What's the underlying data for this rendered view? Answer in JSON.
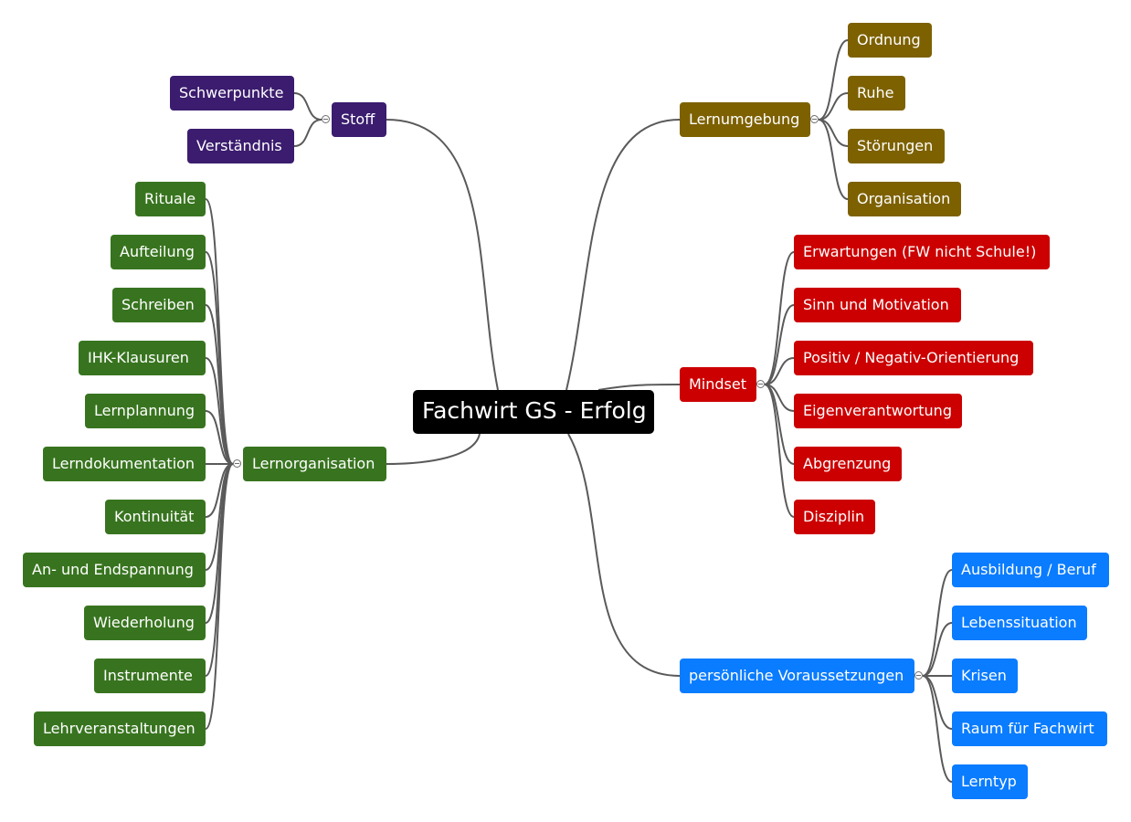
{
  "root": "Fachwirt GS - Erfolg",
  "branches": {
    "stoff": {
      "label": "Stoff",
      "color": "#3b1c6e",
      "children": [
        "Schwerpunkte",
        "Verständnis"
      ]
    },
    "lernorganisation": {
      "label": "Lernorganisation",
      "color": "#38741f",
      "children": [
        "Rituale",
        "Aufteilung",
        "Schreiben",
        "IHK-Klausuren",
        "Lernplannung",
        "Lerndokumentation",
        "Kontinuität",
        "An- und Endspannung",
        "Wiederholung",
        "Instrumente",
        "Lehrveranstaltungen"
      ]
    },
    "lernumgebung": {
      "label": "Lernumgebung",
      "color": "#7d6100",
      "children": [
        "Ordnung",
        "Ruhe",
        "Störungen",
        "Organisation"
      ]
    },
    "mindset": {
      "label": "Mindset",
      "color": "#cc0000",
      "children": [
        "Erwartungen (FW nicht Schule!)",
        "Sinn und Motivation",
        "Positiv / Negativ-Orientierung",
        "Eigenverantwortung",
        "Abgrenzung",
        "Disziplin"
      ]
    },
    "voraussetzungen": {
      "label": "persönliche Voraussetzungen",
      "color": "#0a7cff",
      "children": [
        "Ausbildung / Beruf",
        "Lebenssituation",
        "Krisen",
        "Raum für Fachwirt",
        "Lerntyp"
      ]
    }
  },
  "icons": {
    "collapse": "collapse-toggle-icon"
  },
  "line_color": "#5a5a5a"
}
